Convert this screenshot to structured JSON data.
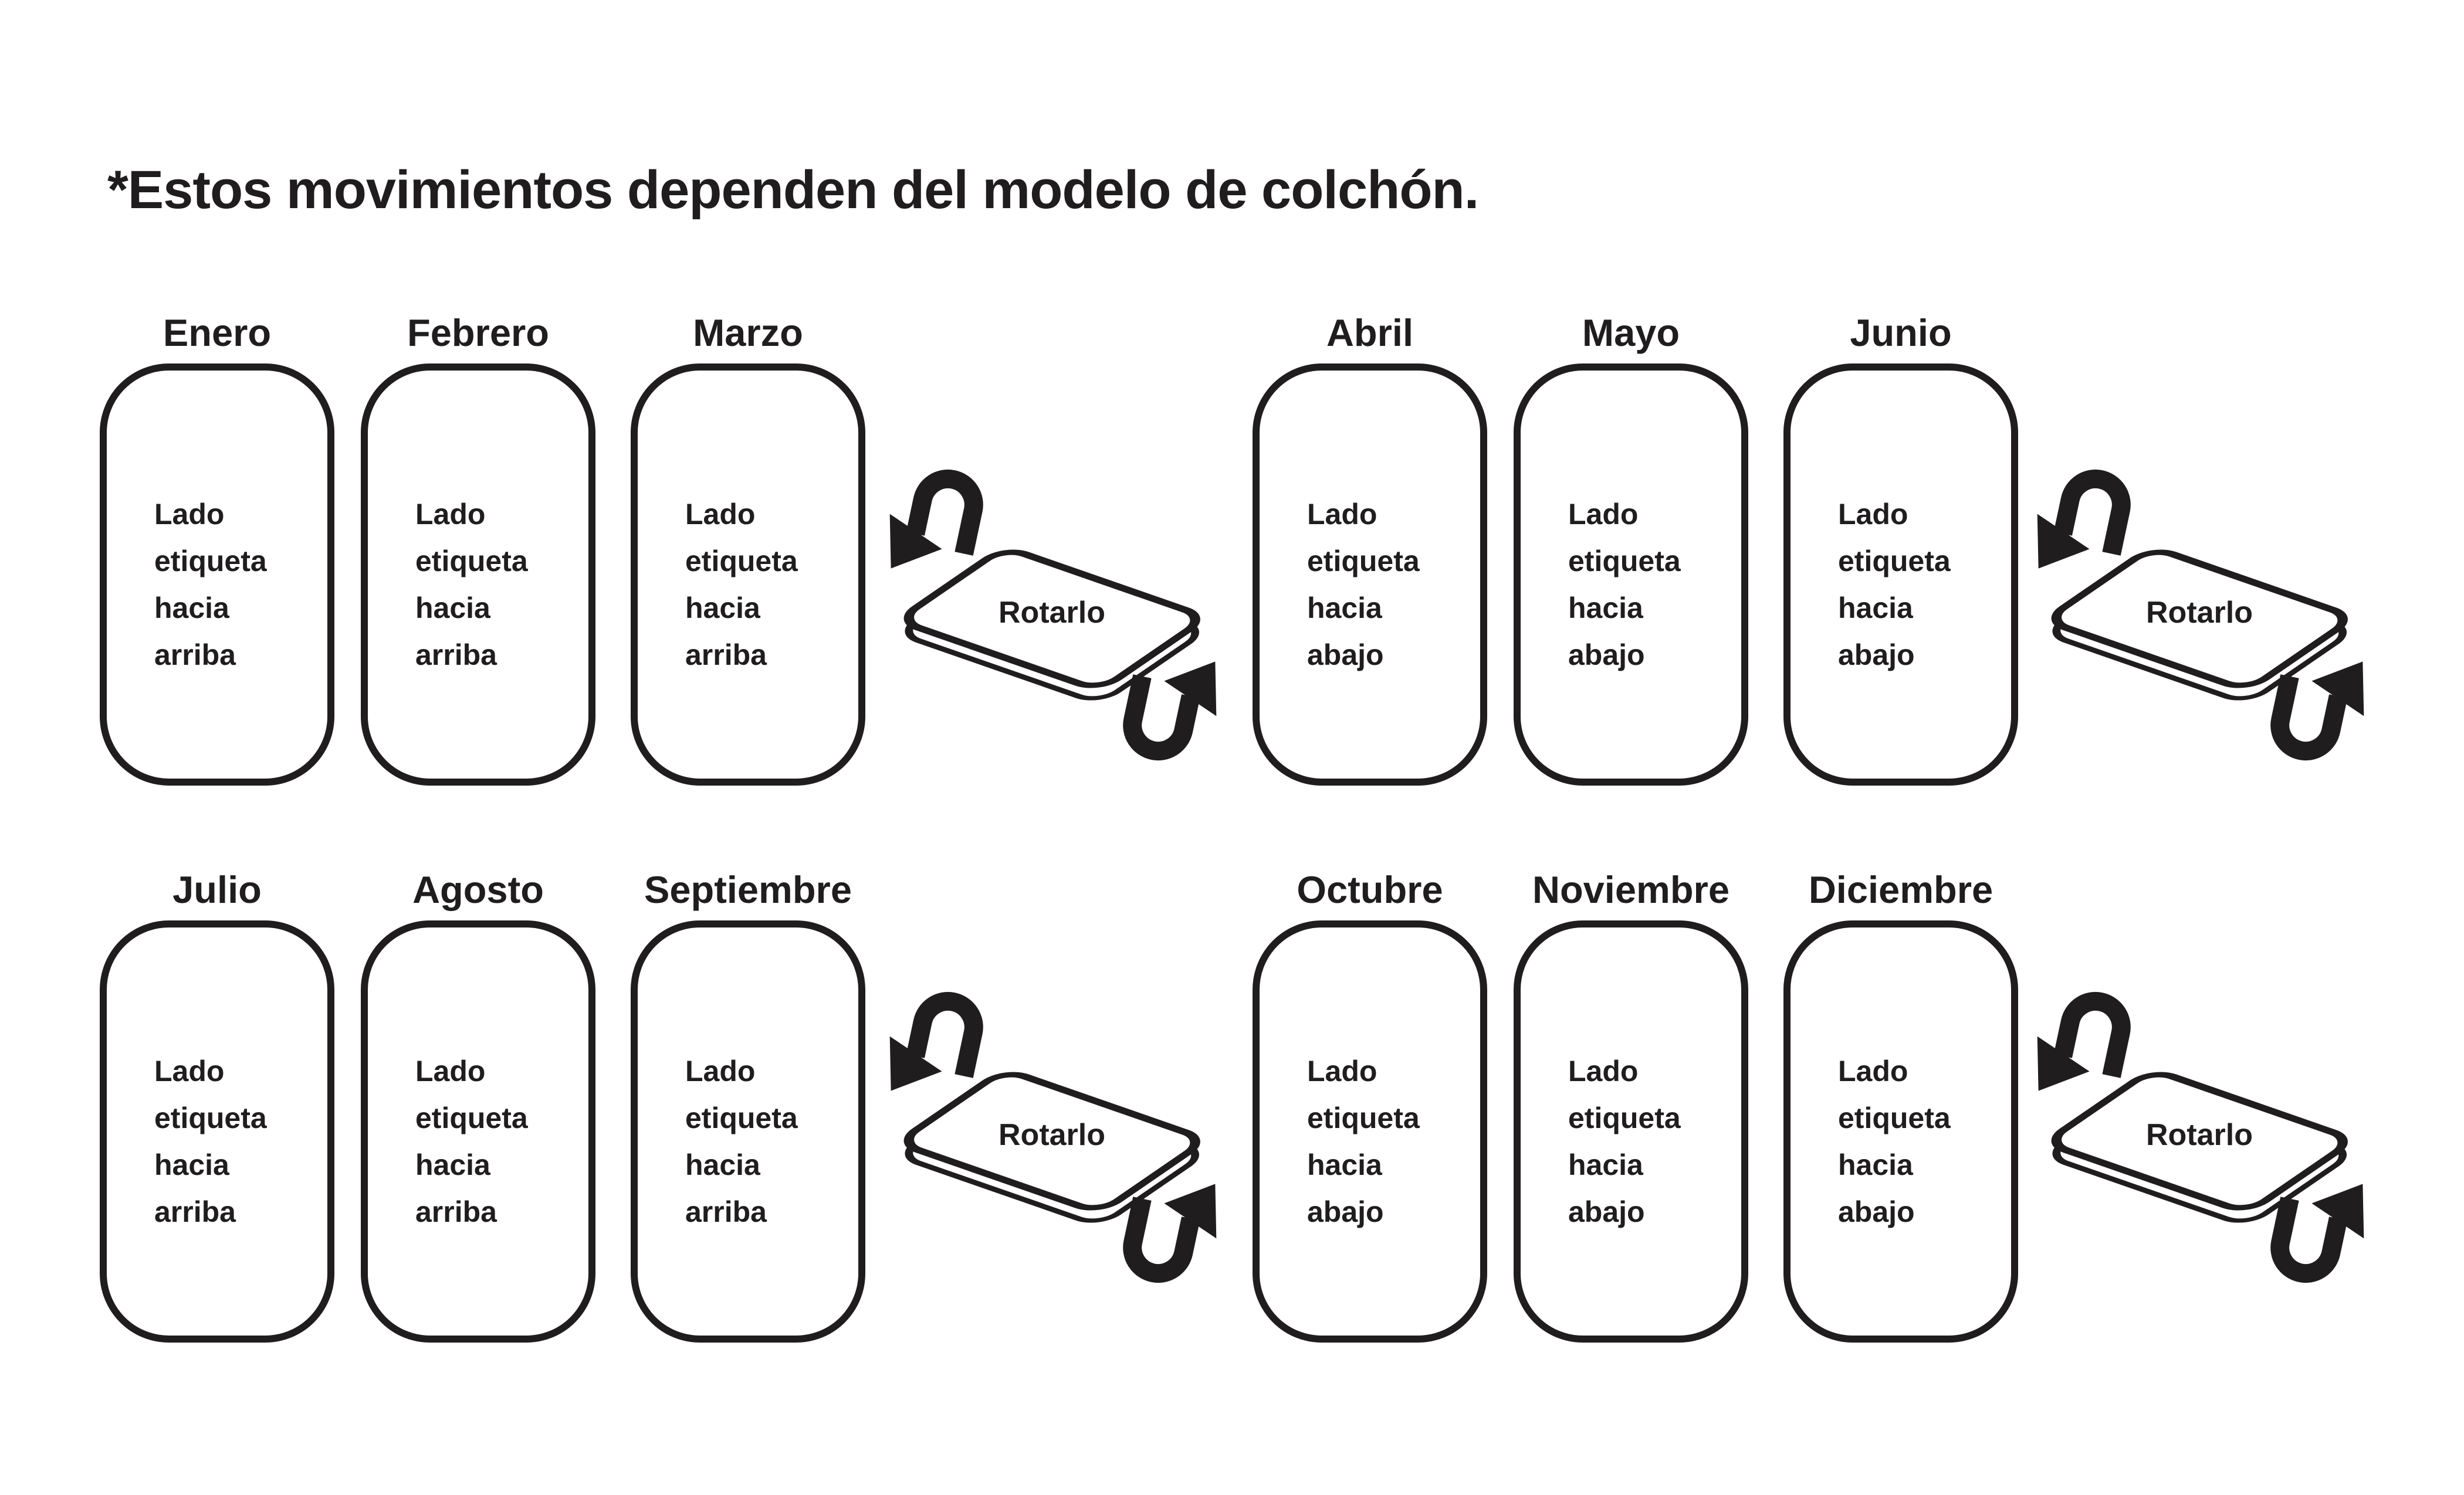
{
  "title": "*Estos movimientos dependen del modelo de colchón.",
  "colors": {
    "ink": "#1f1d1e",
    "background": "#ffffff"
  },
  "months": [
    {
      "label": "Enero",
      "side_text": "Lado\netiqueta\nhacia\narriba"
    },
    {
      "label": "Febrero",
      "side_text": "Lado\netiqueta\nhacia\narriba"
    },
    {
      "label": "Marzo",
      "side_text": "Lado\netiqueta\nhacia\narriba"
    },
    {
      "label": "Abril",
      "side_text": "Lado\netiqueta\nhacia\nabajo"
    },
    {
      "label": "Mayo",
      "side_text": "Lado\netiqueta\nhacia\nabajo"
    },
    {
      "label": "Junio",
      "side_text": "Lado\netiqueta\nhacia\nabajo"
    },
    {
      "label": "Julio",
      "side_text": "Lado\netiqueta\nhacia\narriba"
    },
    {
      "label": "Agosto",
      "side_text": "Lado\netiqueta\nhacia\narriba"
    },
    {
      "label": "Septiembre",
      "side_text": "Lado\netiqueta\nhacia\narriba"
    },
    {
      "label": "Octubre",
      "side_text": "Lado\netiqueta\nhacia\nabajo"
    },
    {
      "label": "Noviembre",
      "side_text": "Lado\netiqueta\nhacia\nabajo"
    },
    {
      "label": "Diciembre",
      "side_text": "Lado\netiqueta\nhacia\nabajo"
    }
  ],
  "rotate_icons": [
    {
      "label": "Rotarlo"
    },
    {
      "label": "Rotarlo"
    },
    {
      "label": "Rotarlo"
    },
    {
      "label": "Rotarlo"
    }
  ]
}
